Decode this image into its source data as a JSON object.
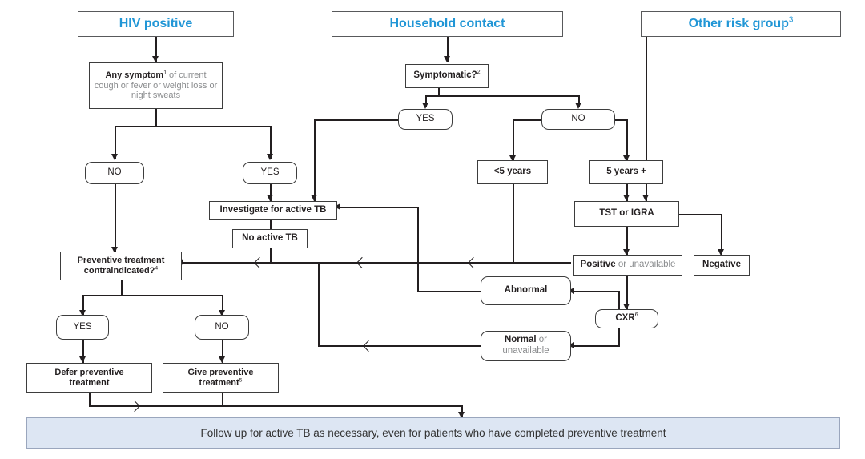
{
  "title": "Algorithm for TB preventive treatment",
  "colors": {
    "header_text": "#2196d6",
    "line": "#231f20",
    "banner_bg": "#dde6f3",
    "banner_border": "#9aa6bd",
    "muted_text": "#8a8c8e"
  },
  "headers": {
    "hiv": "HIV positive",
    "household": "Household contact",
    "other_risk": "Other risk group",
    "other_risk_sup": "3"
  },
  "nodes": {
    "any_symptom_bold": "Any symptom",
    "any_symptom_sup": "1",
    "any_symptom_rest": " of current cough or fever or weight loss or night sweats",
    "symptomatic": "Symptomatic?",
    "symptomatic_sup": "2",
    "yes": "YES",
    "no": "NO",
    "investigate": "Investigate for active TB",
    "no_active_tb": "No active TB",
    "preventive_contraindicated_l1": "Preventive treatment",
    "preventive_contraindicated_l2": "contraindicated?",
    "preventive_contraindicated_sup": "4",
    "defer_l1": "Defer preventive",
    "defer_l2": "treatment",
    "give_l1": "Give preventive",
    "give_l2": "treatment",
    "give_sup": "5",
    "under5": "<5 years",
    "fiveplus": "5 years +",
    "tst_igra": "TST or IGRA",
    "positive_bold": "Positive",
    "positive_rest": " or unavailable",
    "negative": "Negative",
    "abnormal": "Abnormal",
    "normal_bold": "Normal",
    "normal_rest": " or",
    "normal_l2": "unavailable",
    "cxr": "CXR",
    "cxr_sup": "6"
  },
  "banner": {
    "text": "Follow up for active TB as necessary, even for patients who have completed preventive treatment"
  }
}
